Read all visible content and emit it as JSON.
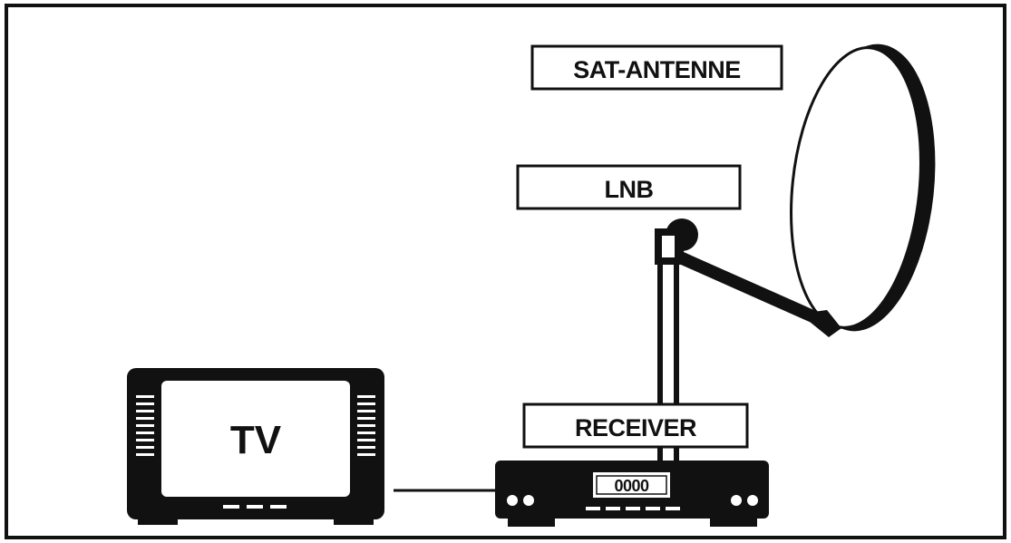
{
  "labels": {
    "antenna": "SAT-ANTENNE",
    "lnb": "LNB",
    "receiver": "RECEIVER",
    "tv": "TV",
    "receiver_display": "0000"
  },
  "colors": {
    "ink": "#111111",
    "paper": "#ffffff"
  }
}
